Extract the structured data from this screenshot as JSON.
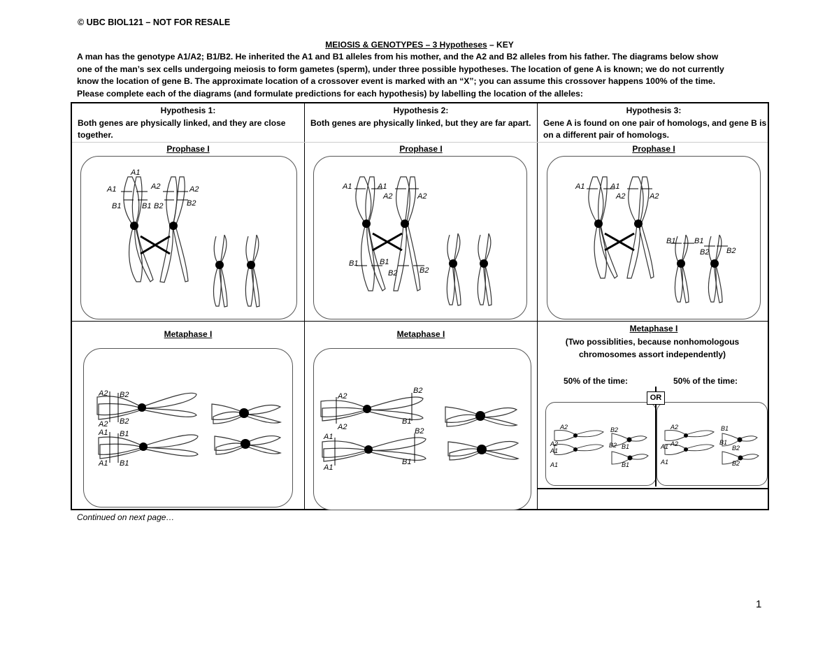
{
  "header": {
    "copyright": "© UBC BIOL121 – NOT FOR RESALE"
  },
  "title": {
    "main": "MEIOSIS & GENOTYPES – 3 Hypotheses",
    "suffix": " – KEY"
  },
  "intro": [
    "A man has the genotype A1/A2; B1/B2. He inherited the A1 and B1 alleles from his mother, and the A2 and B2 alleles from his father. The diagrams below show",
    "one of the man’s sex cells undergoing meiosis to form gametes (sperm), under three possible hypotheses. The location of gene A is known; we do not currently",
    "know the location of gene B. The approximate location of a crossover event is marked with an “X”; you can assume this crossover happens 100% of the time.",
    "Please complete each of the diagrams (and formulate predictions for each hypothesis) by labelling the location of the alleles:"
  ],
  "hypotheses": [
    {
      "title": "Hypothesis 1:",
      "desc": "Both genes are physically linked, and they are close together."
    },
    {
      "title": "Hypothesis 2:",
      "desc": "Both genes are physically linked, but they are far apart."
    },
    {
      "title": "Hypothesis 3:",
      "desc": "Gene A is found on one pair of homologs, and gene B is on a different pair of homologs."
    }
  ],
  "phases": {
    "prophase": "Prophase I",
    "metaphase": "Metaphase I"
  },
  "hyp3_metaphase": {
    "note": "(Two possiblities, because nonhomologous chromosomes assort independently)",
    "left_pct": "50% of the time:",
    "right_pct": "50% of the time:",
    "or_label": "OR"
  },
  "alleles": {
    "a1": "A1",
    "a2": "A2",
    "b1": "B1",
    "b2": "B2"
  },
  "footer": {
    "continued": "Continued on next page…",
    "page_number": "1"
  }
}
